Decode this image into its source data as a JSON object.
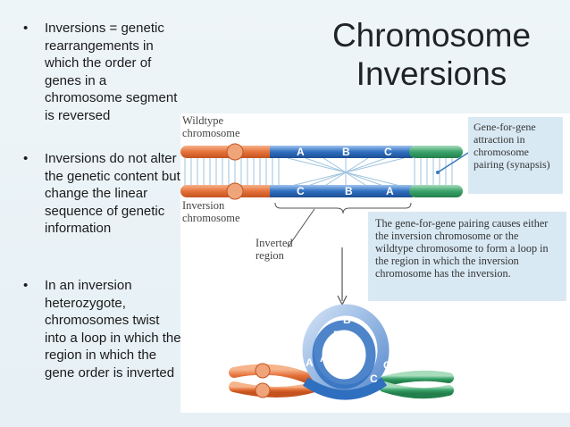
{
  "title": "Chromosome\nInversions",
  "bullets": [
    "Inversions = genetic rearrangements in which the order of genes in a chromosome segment is reversed",
    "Inversions do not alter the genetic content but change the linear sequence of genetic information",
    "In an inversion heterozygote, chromosomes twist into a loop in which the region in which the gene order is inverted"
  ],
  "bullet_symbol": "•",
  "figure": {
    "wildtype_label": "Wildtype\nchromosome",
    "inversion_label": "Inversion\nchromosome",
    "inverted_region_label": "Inverted\nregion",
    "top_genes": [
      "A",
      "B",
      "C"
    ],
    "bottom_genes": [
      "C",
      "B",
      "A"
    ],
    "loop_genes_outer": [
      "B",
      "A",
      "C"
    ],
    "loop_genes_inner": [
      "B",
      "A",
      "C"
    ],
    "callout_pairing": "Gene-for-gene attraction in chromosome pairing (synapsis)",
    "callout_loop": "The gene-for-gene pairing causes either the inversion chromosome or the wildtype chromosome to form a loop in the region in which the inversion chromosome has the inversion.",
    "colors": {
      "orange": "#e5723a",
      "blue": "#2f6fc0",
      "green": "#3aa36a",
      "callout_bg": "#d9e9f4"
    }
  }
}
